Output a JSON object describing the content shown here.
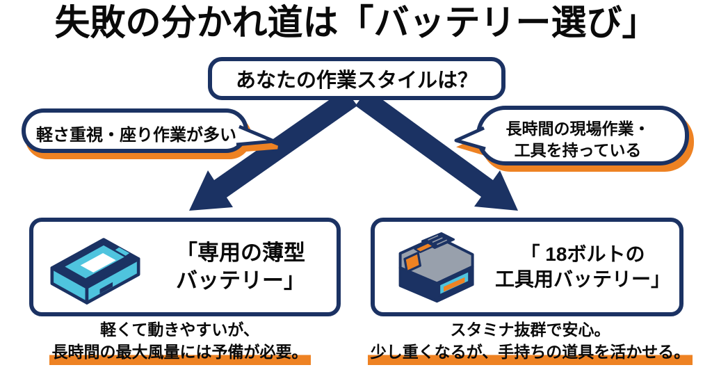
{
  "title": "失敗の分かれ道は「バッテリー選び」",
  "question": {
    "label": "あなたの作業スタイルは？"
  },
  "left_branch": {
    "condition": "軽さ重視・座り作業が多い",
    "result": {
      "line1": "「専用の薄型",
      "line2": "バッテリー」"
    },
    "icon": "slim-battery-icon",
    "note": {
      "line1": "軽くて動きやすいが、",
      "line2": "長時間の最大風量には予備が必要。"
    }
  },
  "right_branch": {
    "condition": {
      "line1": "長時間の現場作業・",
      "line2": "工具を持っている"
    },
    "result": {
      "line1": "「 18ボルトの",
      "line2": "工具用バッテリー」"
    },
    "icon": "power-tool-battery-icon",
    "note": {
      "line1": "スタミナ抜群で安心。",
      "line2": "少し重くなるが、手持ちの道具を活かせる。"
    }
  },
  "colors": {
    "navy": "#1b3263",
    "orange": "#ee8223",
    "cyan": "#4fc4de",
    "gray": "#98a0ac",
    "background": "#ffffff",
    "text": "#0a0a0a"
  }
}
